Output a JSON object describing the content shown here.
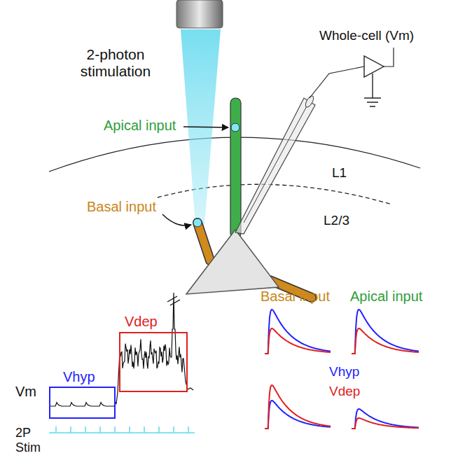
{
  "diagram": {
    "nodes": [
      {
        "text": [
          "Vhyp"
        ]
      },
      {
        "text": [
          "Vdep"
        ]
      }
    ],
    "labels": [
      "2-photon stimulation",
      "Whole-cell (Vm)",
      "Apical input",
      "L1",
      "L2/3",
      "Basal input",
      "Vm",
      "2P Stim",
      "Basal input",
      "Apical input"
    ],
    "legend": [
      {
        "text": "Vhyp",
        "color": "#2222ff"
      },
      {
        "text": "Vdep",
        "color": "#e02020"
      }
    ]
  }
}
